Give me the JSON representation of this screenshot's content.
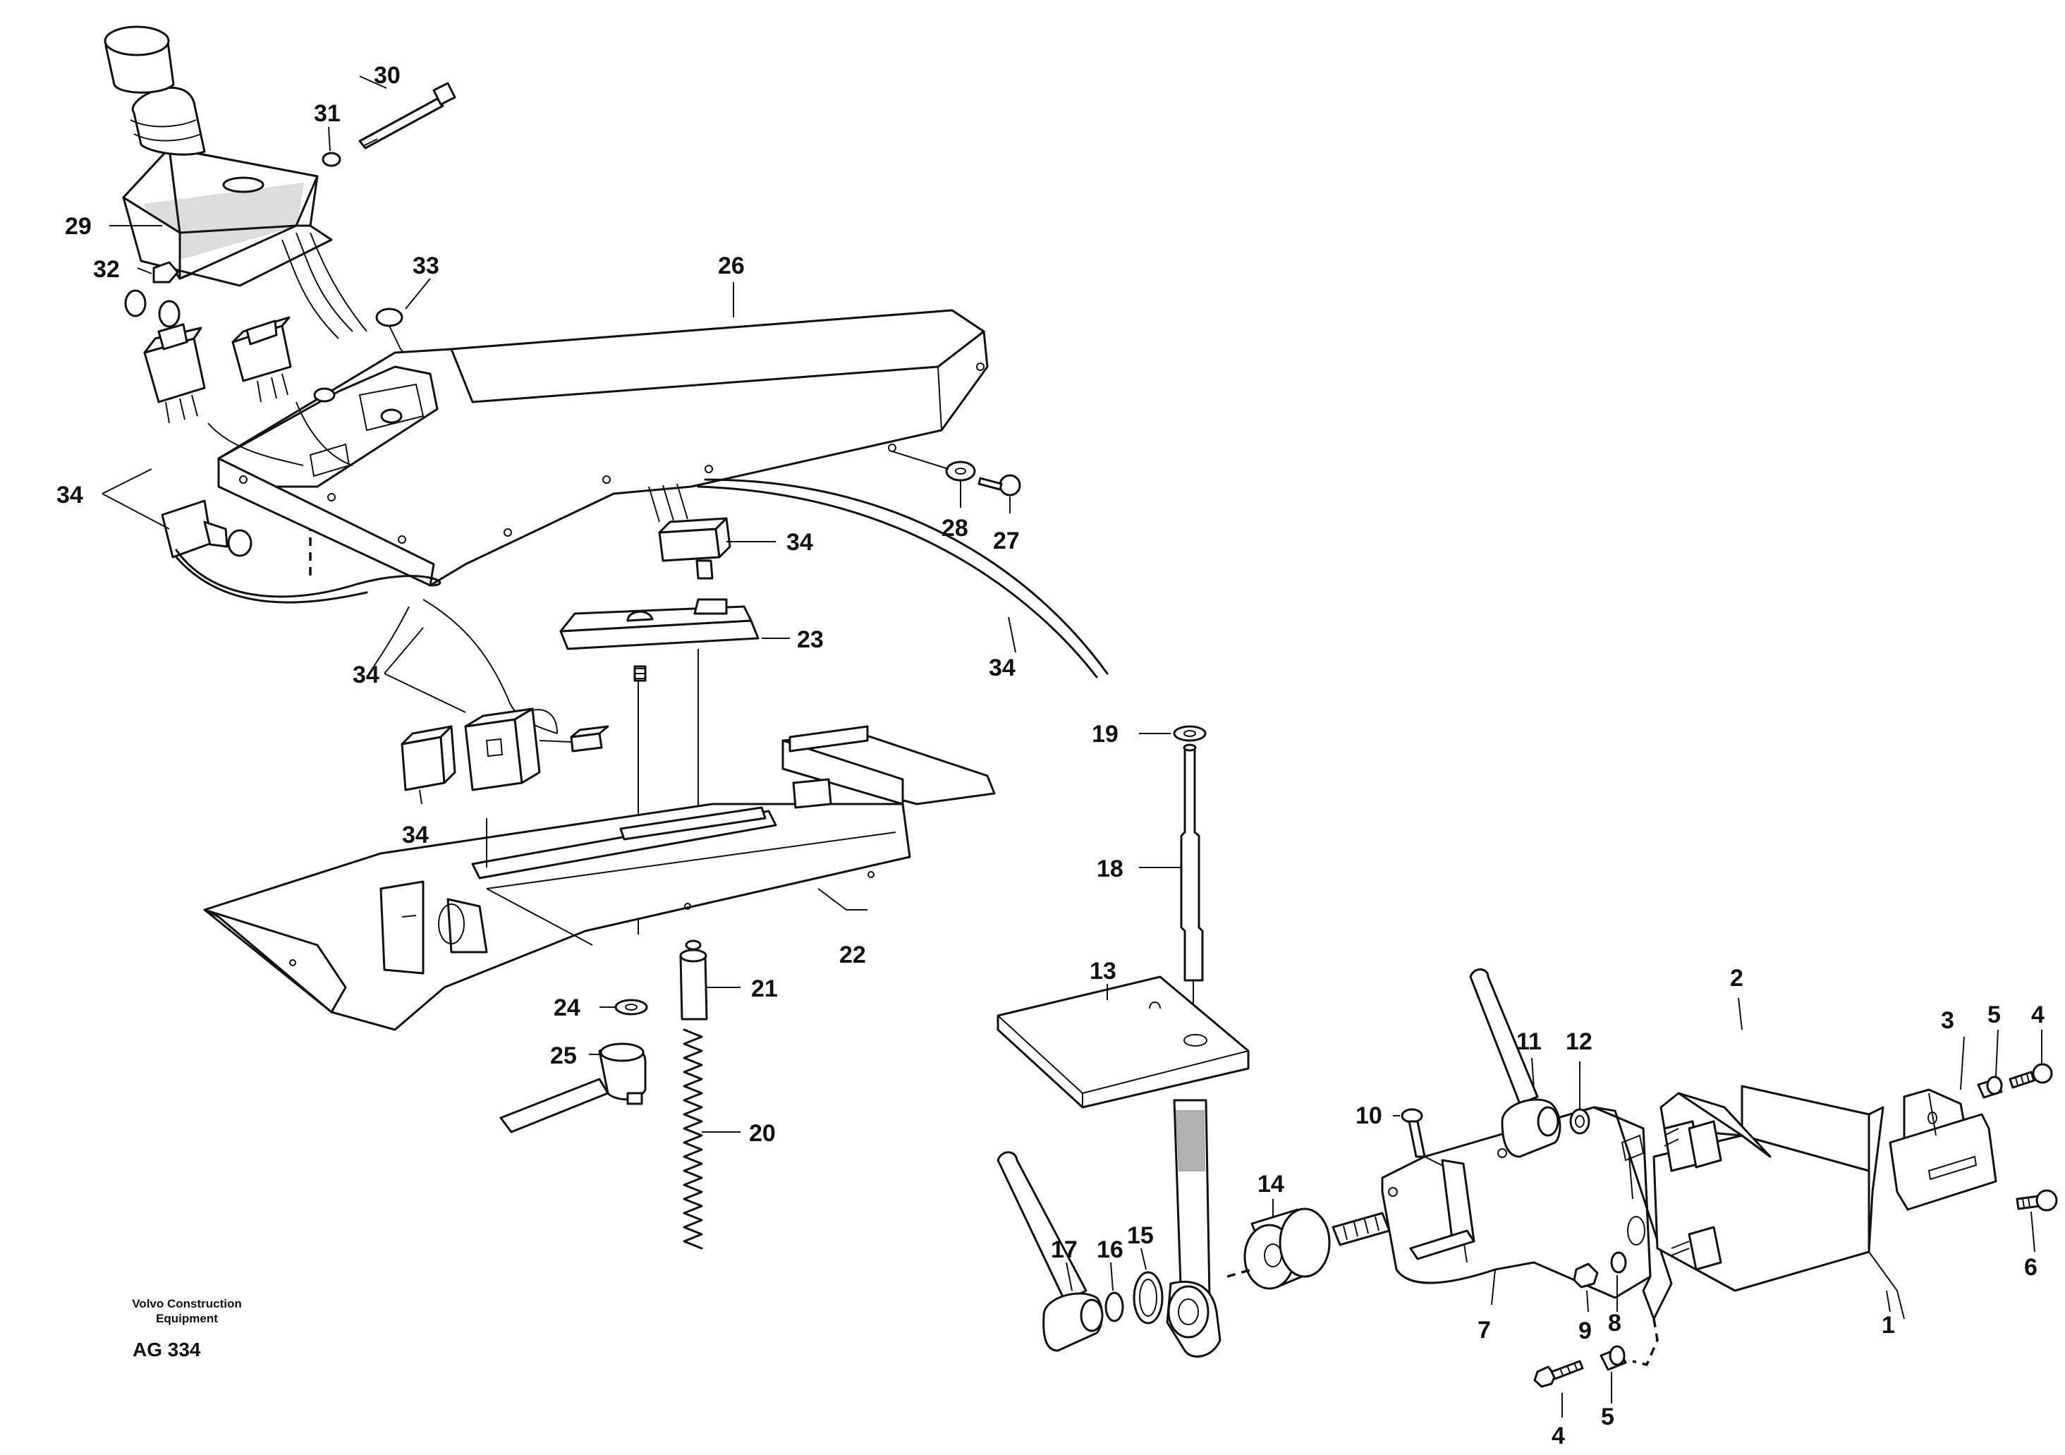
{
  "callouts": {
    "c1": "1",
    "c2": "2",
    "c3": "3",
    "c4a": "4",
    "c4b": "4",
    "c5a": "5",
    "c5b": "5",
    "c6": "6",
    "c7": "7",
    "c8": "8",
    "c9": "9",
    "c10": "10",
    "c11": "11",
    "c12": "12",
    "c13": "13",
    "c14": "14",
    "c15": "15",
    "c16": "16",
    "c17": "17",
    "c18": "18",
    "c19": "19",
    "c20": "20",
    "c21": "21",
    "c22": "22",
    "c23": "23",
    "c24": "24",
    "c25": "25",
    "c26": "26",
    "c27": "27",
    "c28": "28",
    "c29": "29",
    "c30": "30",
    "c31": "31",
    "c32": "32",
    "c33": "33",
    "c34a": "34",
    "c34b": "34",
    "c34c": "34",
    "c34d": "34",
    "c34e": "34"
  },
  "credit": {
    "company_line1": "Volvo Construction",
    "company_line2": "Equipment",
    "code": "AG 334"
  }
}
